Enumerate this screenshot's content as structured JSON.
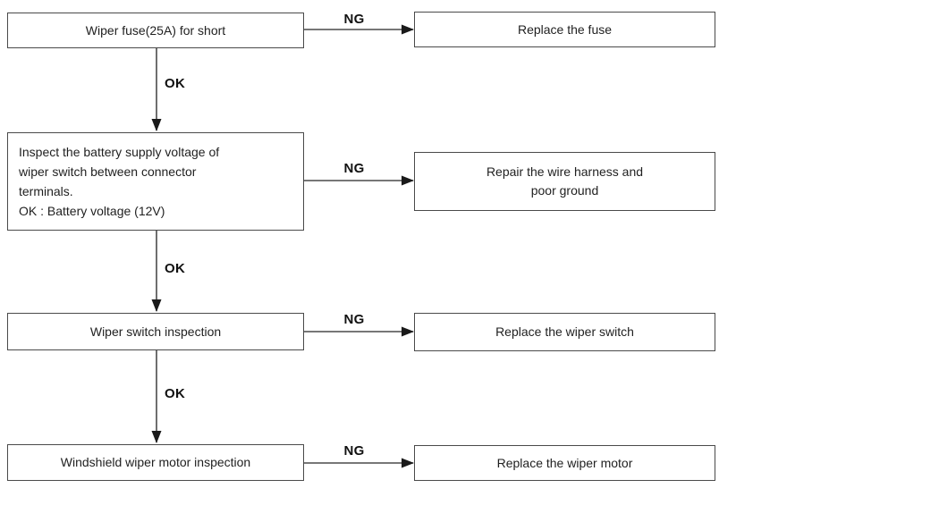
{
  "flowchart": {
    "steps": [
      {
        "check_lines": [
          "Wiper fuse(25A) for short"
        ],
        "ng_label": "NG",
        "action_lines": [
          "Replace the fuse"
        ],
        "ok_label": "OK"
      },
      {
        "check_lines": [
          "Inspect the battery supply voltage of",
          "wiper switch between connector",
          "terminals.",
          "OK : Battery voltage (12V)"
        ],
        "ng_label": "NG",
        "action_lines": [
          "Repair the wire harness and",
          "poor ground"
        ],
        "ok_label": "OK"
      },
      {
        "check_lines": [
          "Wiper switch inspection"
        ],
        "ng_label": "NG",
        "action_lines": [
          "Replace the wiper switch"
        ],
        "ok_label": "OK"
      },
      {
        "check_lines": [
          "Windshield wiper motor inspection"
        ],
        "ng_label": "NG",
        "action_lines": [
          "Replace the wiper motor"
        ]
      }
    ],
    "colors": {
      "line": "#4a4a4a",
      "arrowhead": "#1a1a1a",
      "border": "#4a4a4a",
      "text": "#1f1f1f",
      "background": "#ffffff"
    }
  }
}
